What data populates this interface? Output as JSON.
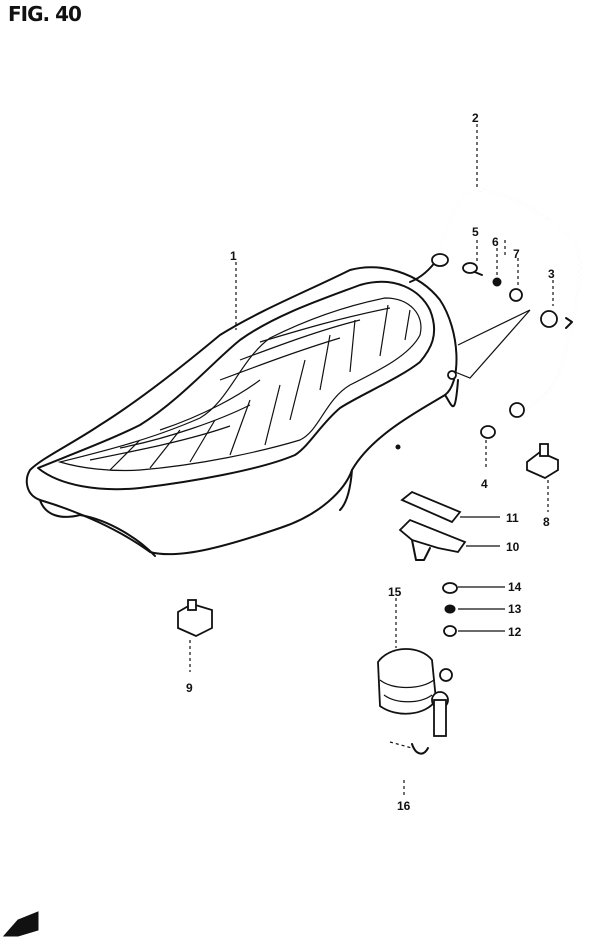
{
  "figure": {
    "title": "FIG. 40"
  },
  "callouts": [
    {
      "id": "1",
      "label": "1"
    },
    {
      "id": "2",
      "label": "2"
    },
    {
      "id": "3",
      "label": "3"
    },
    {
      "id": "4",
      "label": "4"
    },
    {
      "id": "5",
      "label": "5"
    },
    {
      "id": "6",
      "label": "6"
    },
    {
      "id": "7",
      "label": "7"
    },
    {
      "id": "8",
      "label": "8"
    },
    {
      "id": "9",
      "label": "9"
    },
    {
      "id": "10",
      "label": "10"
    },
    {
      "id": "11",
      "label": "11"
    },
    {
      "id": "12",
      "label": "12"
    },
    {
      "id": "13",
      "label": "13"
    },
    {
      "id": "14",
      "label": "14"
    },
    {
      "id": "15",
      "label": "15"
    },
    {
      "id": "16",
      "label": "16"
    }
  ],
  "icons": {
    "seat": "seat-icon",
    "grab-rail": "grab-rail-icon",
    "front-arrow": "arrow-icon"
  }
}
